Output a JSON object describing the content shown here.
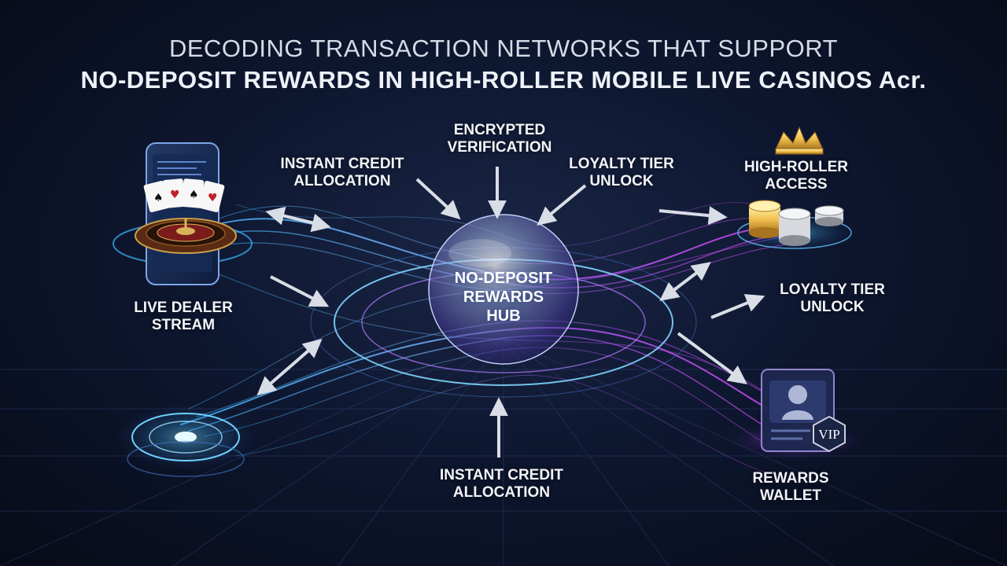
{
  "title": {
    "line1": "DECODING TRANSACTION NETWORKS THAT SUPPORT",
    "line2": "NO-DEPOSIT REWARDS IN HIGH-ROLLER MOBILE LIVE CASINOS Acr."
  },
  "hub": {
    "line1": "NO-DEPOSIT",
    "line2": "REWARDS",
    "line3": "HUB"
  },
  "nodes": {
    "encrypted_verification": {
      "line1": "ENCRYPTED",
      "line2": "VERIFICATION"
    },
    "instant_credit_top": {
      "line1": "INSTANT CREDIT",
      "line2": "ALLOCATION"
    },
    "loyalty_tier_top": {
      "line1": "LOYALTY TIER",
      "line2": "UNLOCK"
    },
    "high_roller_access": {
      "line1": "HIGH-ROLLER",
      "line2": "ACCESS"
    },
    "loyalty_tier_right": {
      "line1": "LOYALTY TIER",
      "line2": "UNLOCK"
    },
    "live_dealer_stream": {
      "line1": "LIVE DEALER",
      "line2": "STREAM"
    },
    "instant_credit_bottom": {
      "line1": "INSTANT CREDIT",
      "line2": "ALLOCATION"
    },
    "rewards_wallet": {
      "line1": "REWARDS",
      "line2": "WALLET"
    }
  },
  "badge": {
    "vip": "VIP"
  },
  "icons": {
    "phone": "smartphone-icon",
    "roulette": "roulette-wheel-icon",
    "cards": "playing-cards-icon",
    "crown": "crown-icon",
    "chips": "casino-chips-icon",
    "avatar": "user-avatar-icon",
    "platform": "glowing-platform-icon"
  },
  "colors": {
    "background": "#0b1120",
    "stream_blue": "#3fb6ff",
    "stream_magenta": "#d24bff",
    "gold": "#f2c14e",
    "text": "#f2f4f8"
  }
}
